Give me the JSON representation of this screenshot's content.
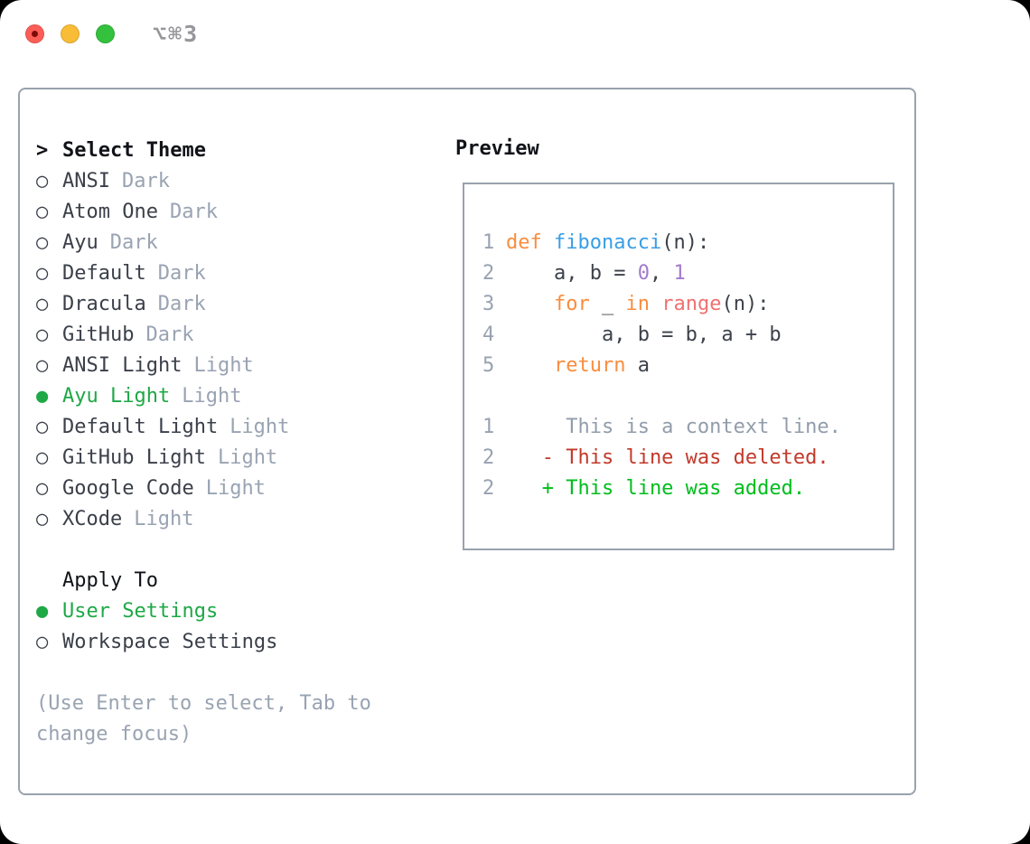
{
  "window": {
    "shortcut": "⌥⌘3"
  },
  "icons": {
    "prompt": ">",
    "radio_on": "●",
    "radio_off": "○",
    "traffic_lights": [
      "close-icon",
      "minimize-icon",
      "zoom-icon"
    ]
  },
  "theme_picker": {
    "title": "Select Theme",
    "items": [
      {
        "label": "ANSI",
        "variant": "Dark",
        "selected": false
      },
      {
        "label": "Atom One",
        "variant": "Dark",
        "selected": false
      },
      {
        "label": "Ayu",
        "variant": "Dark",
        "selected": false
      },
      {
        "label": "Default",
        "variant": "Dark",
        "selected": false
      },
      {
        "label": "Dracula",
        "variant": "Dark",
        "selected": false
      },
      {
        "label": "GitHub",
        "variant": "Dark",
        "selected": false
      },
      {
        "label": "ANSI Light",
        "variant": "Light",
        "selected": false
      },
      {
        "label": "Ayu Light",
        "variant": "Light",
        "selected": true
      },
      {
        "label": "Default Light",
        "variant": "Light",
        "selected": false
      },
      {
        "label": "GitHub Light",
        "variant": "Light",
        "selected": false
      },
      {
        "label": "Google Code",
        "variant": "Light",
        "selected": false
      },
      {
        "label": "XCode",
        "variant": "Light",
        "selected": false
      }
    ]
  },
  "apply_to": {
    "title": "Apply To",
    "options": [
      {
        "label": "User Settings",
        "selected": true
      },
      {
        "label": "Workspace Settings",
        "selected": false
      }
    ]
  },
  "footer_hint": "(Use Enter to select, Tab to change focus)",
  "preview": {
    "title": "Preview",
    "lines": [
      {
        "num": "1",
        "tokens": [
          {
            "t": "def",
            "c": "kw"
          },
          {
            "t": " ",
            "c": "txt"
          },
          {
            "t": "fibonacci",
            "c": "fn"
          },
          {
            "t": "(n):",
            "c": "txt"
          }
        ]
      },
      {
        "num": "2",
        "tokens": [
          {
            "t": "    a, b = ",
            "c": "txt"
          },
          {
            "t": "0",
            "c": "num"
          },
          {
            "t": ", ",
            "c": "txt"
          },
          {
            "t": "1",
            "c": "num"
          }
        ]
      },
      {
        "num": "3",
        "tokens": [
          {
            "t": "    ",
            "c": "txt"
          },
          {
            "t": "for",
            "c": "kw"
          },
          {
            "t": " _ ",
            "c": "txt"
          },
          {
            "t": "in",
            "c": "kw"
          },
          {
            "t": " ",
            "c": "txt"
          },
          {
            "t": "range",
            "c": "rng"
          },
          {
            "t": "(n):",
            "c": "txt"
          }
        ]
      },
      {
        "num": "4",
        "tokens": [
          {
            "t": "        a, b = b, a + b",
            "c": "txt"
          }
        ]
      },
      {
        "num": "5",
        "tokens": [
          {
            "t": "    ",
            "c": "txt"
          },
          {
            "t": "return",
            "c": "kw"
          },
          {
            "t": " a",
            "c": "txt"
          }
        ]
      },
      {
        "num": "",
        "tokens": []
      },
      {
        "num": "1",
        "tokens": [
          {
            "t": "     This is a context line.",
            "c": "ctx"
          }
        ]
      },
      {
        "num": "2",
        "tokens": [
          {
            "t": "   - This line was deleted.",
            "c": "del"
          }
        ]
      },
      {
        "num": "2",
        "tokens": [
          {
            "t": "   + This line was added.",
            "c": "add"
          }
        ]
      }
    ]
  },
  "colors": {
    "bg": "#ffffff",
    "border": "#99a2ad",
    "black": "#111318",
    "dark": "#3a3f49",
    "muted": "#99a3b2",
    "green": "#1ea846",
    "kw": "#fa8d3e",
    "fn": "#399ee6",
    "num": "#a37acc",
    "rng": "#f07171",
    "txt": "#3c414a",
    "ctx": "#929dab",
    "del": "#c23a2b",
    "add": "#00bd1d",
    "ln": "#98a2b1",
    "shortcut": "#96969b",
    "tl_red": "#fc5e57",
    "tl_red_dot": "#7d0b06",
    "tl_yellow": "#f8bc36",
    "tl_green": "#33c13e"
  }
}
